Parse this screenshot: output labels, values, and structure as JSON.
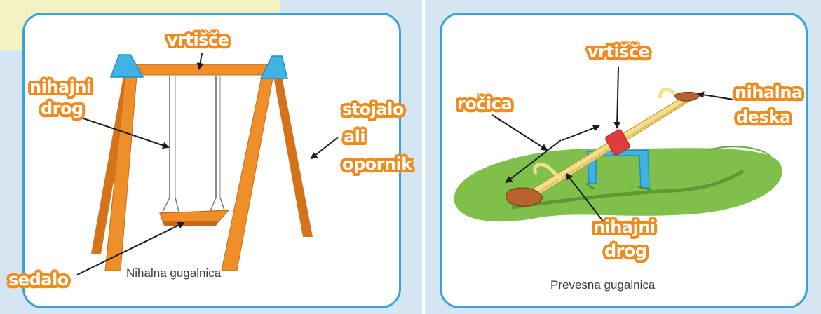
{
  "colors": {
    "frame": "#36a4d9",
    "label_outline": "#ef8a1c",
    "wood": "#e58a24",
    "blue_brace": "#3fb3e6",
    "grass": "#7fc04a",
    "background_blue": "#d5e6f2"
  },
  "left_panel": {
    "caption": "Nihalna gugalnica",
    "labels": {
      "vrtisce": "vrtišče",
      "nihajni": "nihajni",
      "drog": "drog",
      "stojalo": "stojalo",
      "ali": "ali",
      "opornik": "opornik",
      "sedalo": "sedalo"
    }
  },
  "right_panel": {
    "caption": "Prevesna gugalnica",
    "labels": {
      "vrtisce": "vrtišče",
      "rocica": "ročica",
      "nihalna": "nihalna",
      "deska": "deska",
      "nihajni": "nihajni",
      "drog": "drog"
    }
  }
}
